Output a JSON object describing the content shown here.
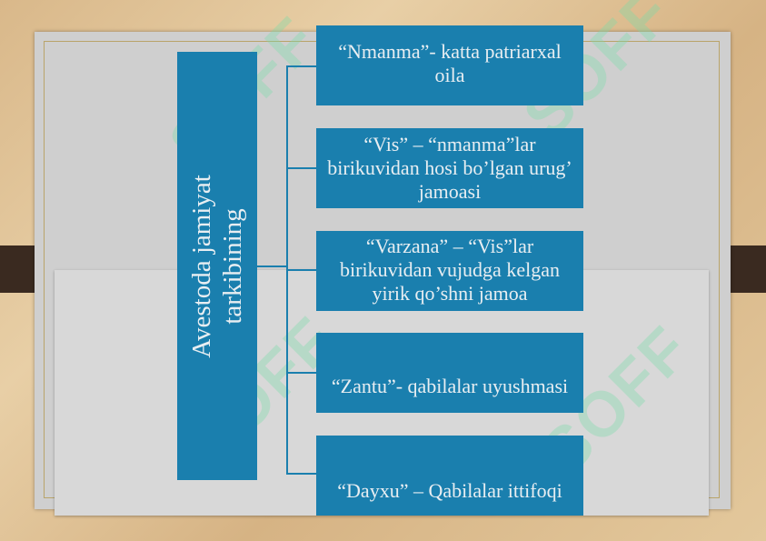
{
  "root": {
    "line1": "Avestoda jamiyat",
    "line2": "tarkibining"
  },
  "children": [
    {
      "text": "“Nmanma”- katta patriarxal oila"
    },
    {
      "text": "“Vis” – “nmanma”lar birikuvidan hosi bo’lgan urug’ jamoasi"
    },
    {
      "text": "“Varzana” – “Vis”lar birikuvidan vujudga kelgan yirik qo’shni jamoa"
    },
    {
      "text": "“Zantu”- qabilalar uyushmasi"
    },
    {
      "text": "“Dayxu” – Qabilalar ittifoqi"
    }
  ],
  "watermark": "SOFF",
  "colors": {
    "box": "#1a7fae",
    "text": "#e8eef2",
    "board": "#cfcfcf"
  }
}
